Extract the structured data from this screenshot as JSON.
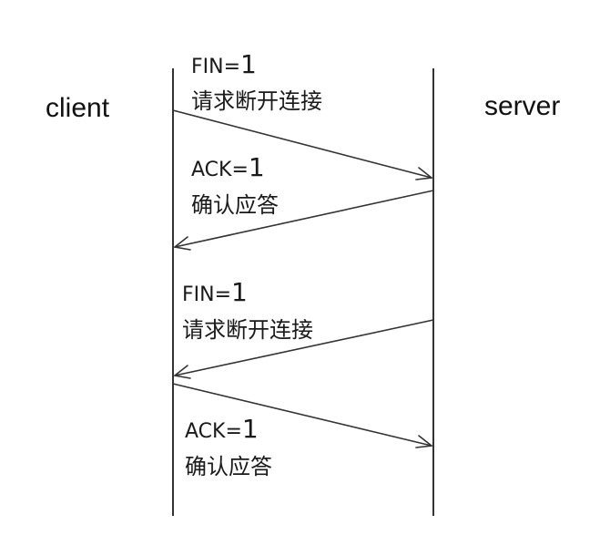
{
  "participants": {
    "client": "client",
    "server": "server"
  },
  "messages": [
    {
      "flag": "FIN=",
      "value": "1",
      "desc": "请求断开连接",
      "from": "client",
      "to": "server"
    },
    {
      "flag": "ACK=",
      "value": "1",
      "desc": "确认应答",
      "from": "server",
      "to": "client"
    },
    {
      "flag": "FIN=",
      "value": "1",
      "desc": "请求断开连接",
      "from": "server",
      "to": "client"
    },
    {
      "flag": "ACK=",
      "value": "1",
      "desc": "确认应答",
      "from": "client",
      "to": "server"
    }
  ],
  "colors": {
    "line": "#333333",
    "text": "#1a1a1a",
    "background": "#ffffff"
  }
}
